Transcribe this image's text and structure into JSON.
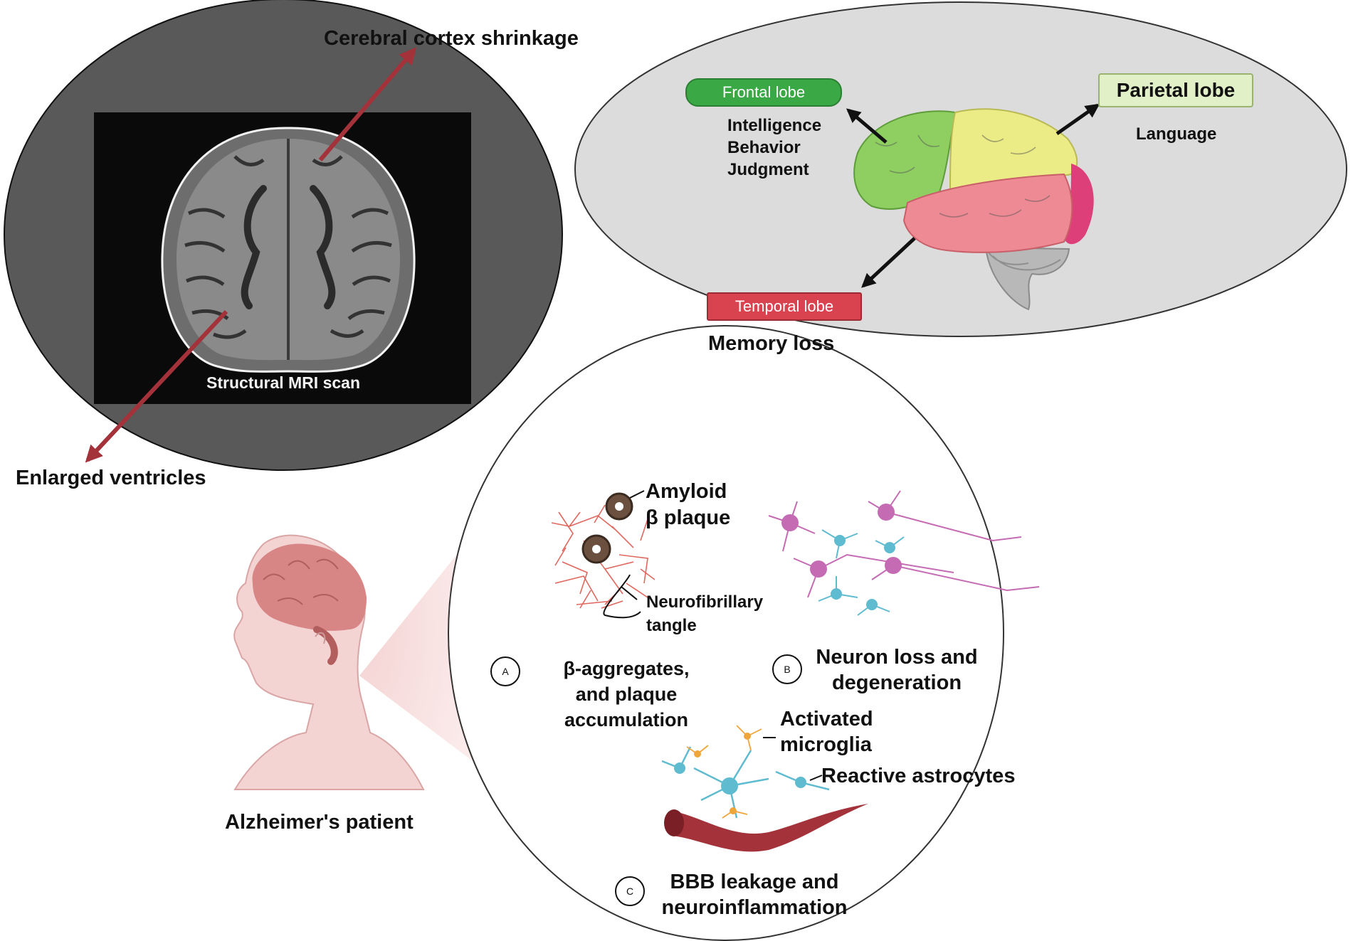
{
  "mri": {
    "top_label": "Cerebral cortex shrinkage",
    "scan_caption": "Structural MRI scan",
    "bottom_label": "Enlarged ventricles"
  },
  "lobes": {
    "frontal": {
      "name": "Frontal lobe",
      "functions": [
        "Intelligence",
        "Behavior",
        "Judgment"
      ],
      "color": "#3aa845"
    },
    "parietal": {
      "name": "Parietal lobe",
      "functions": [
        "Language"
      ],
      "color": "#e2f0c8"
    },
    "temporal": {
      "name": "Temporal lobe",
      "functions": [
        "Memory loss"
      ],
      "color": "#d9434f"
    }
  },
  "patient": {
    "label": "Alzheimer's patient"
  },
  "pathology": {
    "amyloid": "Amyloid\nβ plaque",
    "tangle": "Neurofibrillary\ntangle",
    "a": {
      "marker": "A",
      "caption": "β-aggregates,\nand plaque\naccumulation"
    },
    "b": {
      "marker": "B",
      "caption": "Neuron loss and\ndegeneration"
    },
    "microglia": "Activated\nmicroglia",
    "astro": "Reactive astrocytes",
    "c": {
      "marker": "C",
      "caption": "BBB leakage and\nneuroinflammation"
    }
  },
  "colors": {
    "arrow": "#a3323a",
    "frontal": "#8fcf62",
    "parietal": "#ecec86",
    "temporal": "#ee8a93",
    "occipital": "#dd3f78",
    "head": "#f4d3d3",
    "brain": "#d88585",
    "neuron_pink": "#c56bb3",
    "astro_blue": "#5fbbd0",
    "microglia_orange": "#f0a53a"
  }
}
